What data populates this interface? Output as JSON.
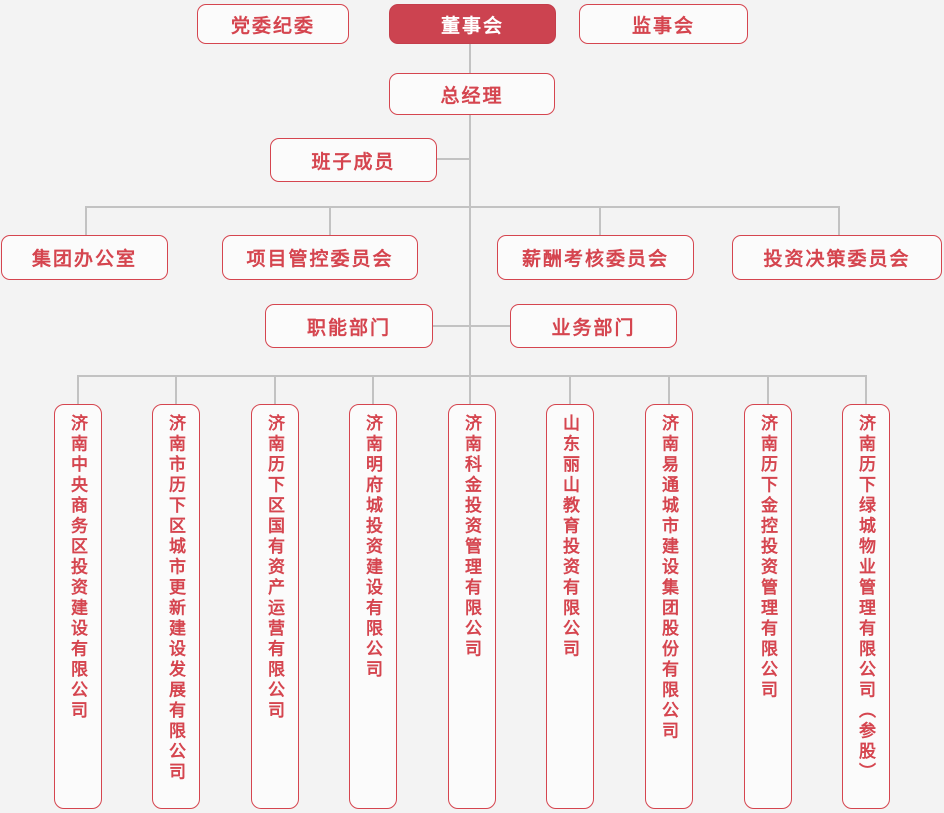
{
  "colors": {
    "background": "#f3f3f3",
    "accent_red_fill": "#cc4350",
    "outline_red": "#d5454f",
    "connector_gray": "#c2c2c2",
    "node_background": "#fbfbfb",
    "filled_text": "#ffffff"
  },
  "chart": {
    "top_row": [
      {
        "label": "党委纪委",
        "variant": "outline"
      },
      {
        "label": "董事会",
        "variant": "filled"
      },
      {
        "label": "监事会",
        "variant": "outline"
      }
    ],
    "general_manager": {
      "label": "总经理"
    },
    "leadership_team": {
      "label": "班子成员"
    },
    "committees": [
      {
        "label": "集团办公室"
      },
      {
        "label": "项目管控委员会"
      },
      {
        "label": "薪酬考核委员会"
      },
      {
        "label": "投资决策委员会"
      }
    ],
    "departments": [
      {
        "label": "职能部门"
      },
      {
        "label": "业务部门"
      }
    ],
    "subsidiaries": [
      {
        "label": "济南中央商务区投资建设有限公司"
      },
      {
        "label": "济南市历下区城市更新建设发展有限公司"
      },
      {
        "label": "济南历下区国有资产运营有限公司"
      },
      {
        "label": "济南明府城投资建设有限公司"
      },
      {
        "label": "济南科金投资管理有限公司"
      },
      {
        "label": "山东丽山教育投资有限公司"
      },
      {
        "label": "济南易通城市建设集团股份有限公司"
      },
      {
        "label": "济南历下金控投资管理有限公司"
      },
      {
        "label": "济南历下绿城物业管理有限公司（参股）"
      }
    ]
  }
}
